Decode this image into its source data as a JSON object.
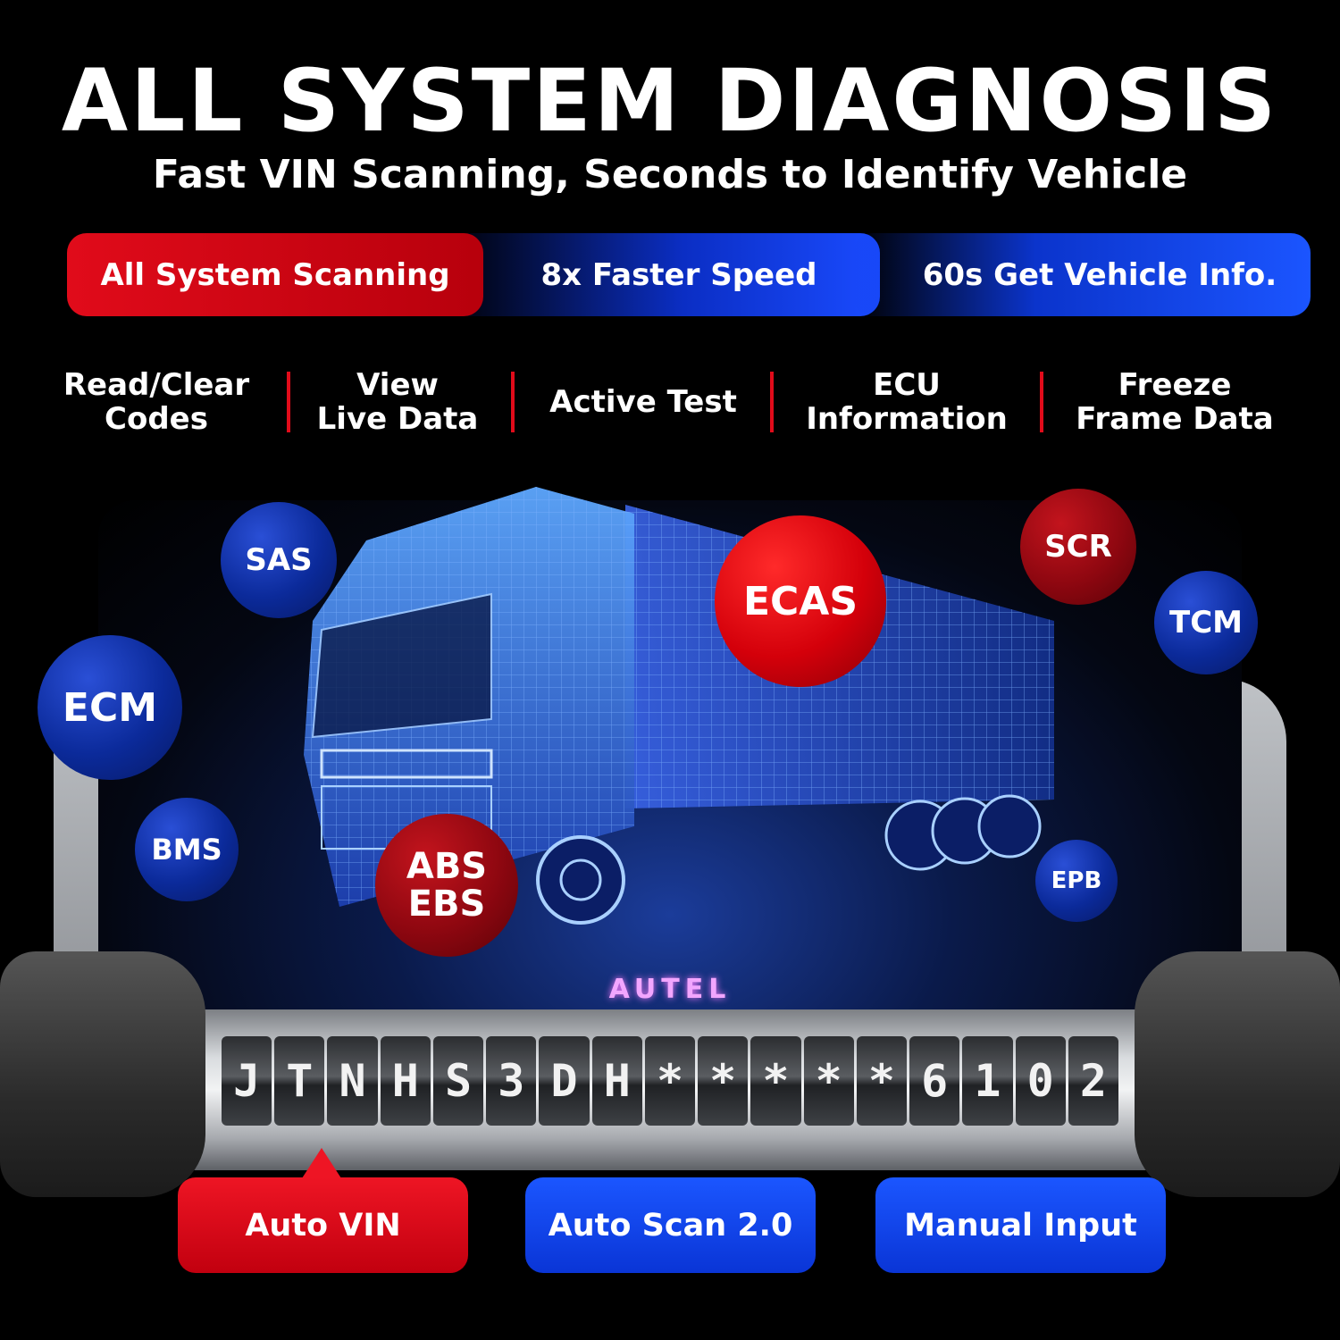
{
  "header": {
    "title": "ALL SYSTEM DIAGNOSIS",
    "subtitle": "Fast VIN Scanning, Seconds to Identify Vehicle"
  },
  "features": [
    {
      "label": "All System Scanning"
    },
    {
      "label": "8x Faster Speed"
    },
    {
      "label": "60s Get Vehicle Info."
    }
  ],
  "functions": [
    {
      "line1": "Read/Clear",
      "line2": "Codes"
    },
    {
      "line1": "View",
      "line2": "Live Data"
    },
    {
      "line1": "Active Test",
      "line2": ""
    },
    {
      "line1": "ECU",
      "line2": "Information"
    },
    {
      "line1": "Freeze",
      "line2": "Frame Data"
    }
  ],
  "systems": {
    "sas": "SAS",
    "ecm": "ECM",
    "bms": "BMS",
    "abs_line1": "ABS",
    "abs_line2": "EBS",
    "ecas": "ECAS",
    "scr": "SCR",
    "tcm": "TCM",
    "epb": "EPB"
  },
  "brand": "AUTEL",
  "vin": [
    "J",
    "T",
    "N",
    "H",
    "S",
    "3",
    "D",
    "H",
    "*",
    "*",
    "*",
    "*",
    "*",
    "6",
    "1",
    "0",
    "2"
  ],
  "buttons": {
    "auto_vin": "Auto VIN",
    "auto_scan": "Auto Scan 2.0",
    "manual_input": "Manual Input"
  },
  "colors": {
    "accent_red": "#e10b1a",
    "accent_blue": "#1b56ff",
    "background": "#000000"
  }
}
